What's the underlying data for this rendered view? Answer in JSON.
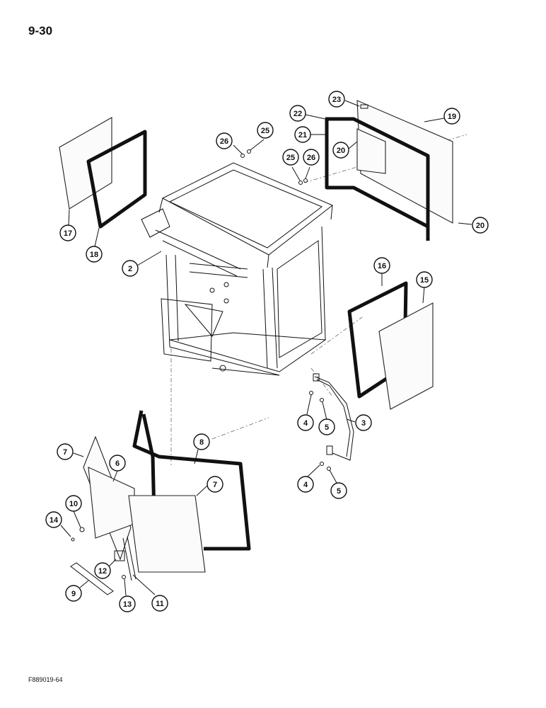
{
  "page": {
    "number": "9-30",
    "figure_code": "F889019-64"
  },
  "callouts": [
    {
      "n": "2"
    },
    {
      "n": "3"
    },
    {
      "n": "4"
    },
    {
      "n": "4"
    },
    {
      "n": "5"
    },
    {
      "n": "5"
    },
    {
      "n": "6"
    },
    {
      "n": "7"
    },
    {
      "n": "7"
    },
    {
      "n": "8"
    },
    {
      "n": "9"
    },
    {
      "n": "10"
    },
    {
      "n": "11"
    },
    {
      "n": "12"
    },
    {
      "n": "13"
    },
    {
      "n": "14"
    },
    {
      "n": "15"
    },
    {
      "n": "16"
    },
    {
      "n": "17"
    },
    {
      "n": "18"
    },
    {
      "n": "19"
    },
    {
      "n": "20"
    },
    {
      "n": "20"
    },
    {
      "n": "21"
    },
    {
      "n": "22"
    },
    {
      "n": "23"
    },
    {
      "n": "25"
    },
    {
      "n": "25"
    },
    {
      "n": "26"
    },
    {
      "n": "26"
    }
  ]
}
